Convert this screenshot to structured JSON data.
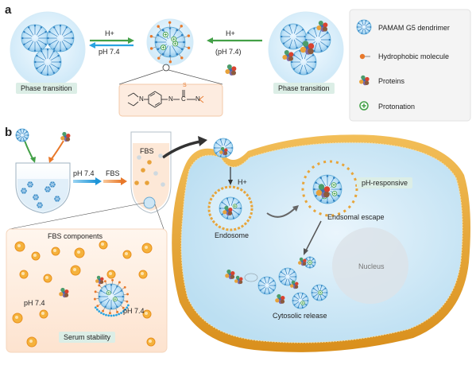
{
  "panel_a": {
    "letter": "a",
    "left_arrow_top": "H+",
    "left_arrow_bottom": "pH 7.4",
    "right_arrow_top": "H+",
    "right_arrow_bottom": "(pH 7.4)",
    "left_label": "Phase transition",
    "right_label": "Phase transition",
    "chem_s": "S",
    "chem_n1": "N",
    "chem_n2": "N",
    "chem_c": "C",
    "chem_nh": "N"
  },
  "legend": {
    "items": [
      {
        "label": "PAMAM G5 dendrimer",
        "icon": "dendrimer-icon"
      },
      {
        "label": "Hydrophobic molecule",
        "icon": "hydrophobic-molecule-icon"
      },
      {
        "label": "Proteins",
        "icon": "protein-icon"
      },
      {
        "label": "Protonation",
        "icon": "protonation-icon"
      }
    ]
  },
  "panel_b": {
    "letter": "b",
    "step1": "pH 7.4",
    "step2": "FBS",
    "tube_label": "FBS",
    "fbs_components": "FBS components",
    "ph_left": "pH 7.4",
    "ph_right": "pH 7.4",
    "serum_stability": "Serum stability",
    "h_plus": "H+",
    "endosome": "Endosome",
    "ph_responsive": "pH-responsive",
    "endosomal_escape": "Endsomal escape",
    "nucleus": "Nucleus",
    "cytosolic_release": "Cytosolic release"
  },
  "colors": {
    "dendrimer": "#5aa9d6",
    "green_arrow": "#43a047",
    "blue_arrow": "#29a3e0",
    "orange": "#f0a030",
    "cell": "#e9a53a",
    "label_bg": "#dceee6"
  }
}
